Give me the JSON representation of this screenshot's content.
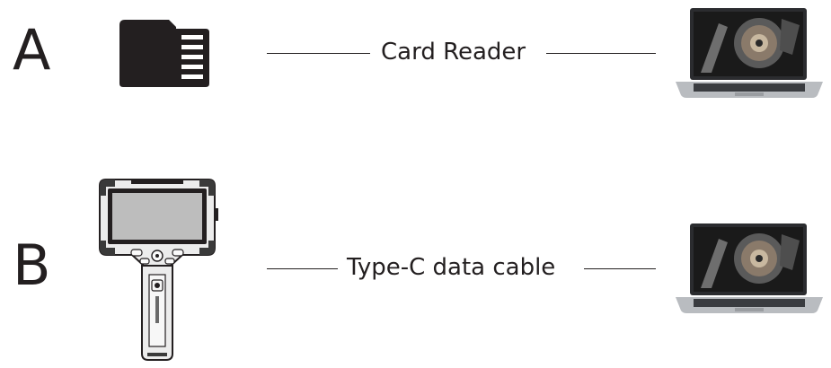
{
  "options": [
    {
      "letter": "A",
      "source_icon": "micro-sd-card-icon",
      "connection_label": "Card Reader",
      "target_icon": "laptop-icon"
    },
    {
      "letter": "B",
      "source_icon": "endoscope-device-icon",
      "connection_label": "Type-C data cable",
      "target_icon": "laptop-icon"
    }
  ],
  "colors": {
    "ink": "#231f20",
    "laptop_body": "#b9bcc0",
    "laptop_keys": "#3a3c40",
    "screen_bg": "#1a1a1a",
    "device_screen": "#bdbdbd",
    "device_body": "#e9e9e9"
  }
}
